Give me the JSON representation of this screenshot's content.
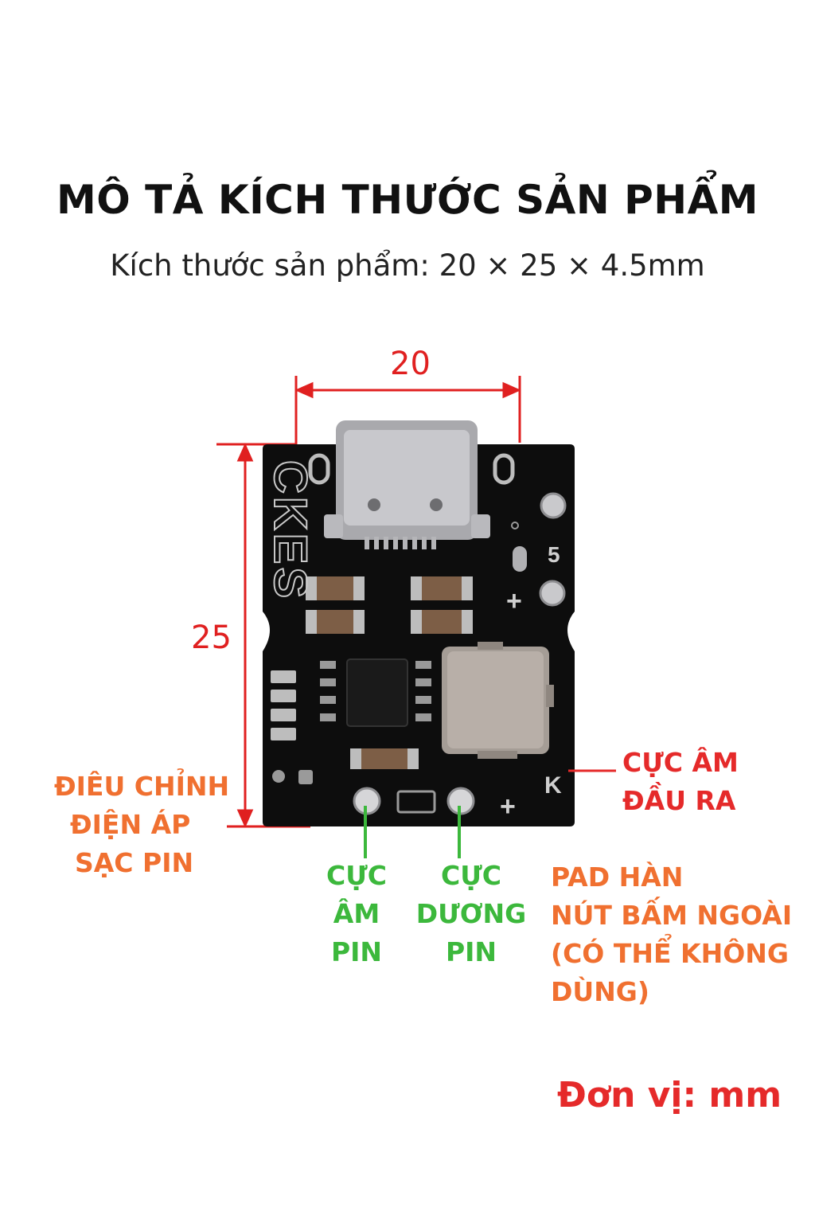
{
  "title": "MÔ TẢ KÍCH THƯỚC SẢN PHẨM",
  "subtitle": "Kích thước sản phẩm: 20 × 25 × 4.5mm",
  "dimensions": {
    "width": "20",
    "height": "25"
  },
  "board": {
    "brand": "CKES",
    "pin_label_5": "5",
    "plus": "+",
    "k_label": "K"
  },
  "labels": {
    "adjust": [
      "ĐIÊU CHỈNH",
      "ĐIỆN ÁP",
      "SẠC PIN"
    ],
    "battery_negative": [
      "CỰC",
      "ÂM",
      "PIN"
    ],
    "battery_positive": [
      "CỰC",
      "DƯƠNG",
      "PIN"
    ],
    "output_negative": [
      "CỰC ÂM",
      "ĐẦU RA"
    ],
    "button_pad": [
      "PAD HÀN",
      "NÚT BẤM NGOÀI",
      "(CÓ THỂ KHÔNG",
      "DÙNG)"
    ]
  },
  "unit": "Đơn vị: mm",
  "colors": {
    "dimension": "#e02020",
    "orange": "#f07030",
    "green": "#3cb83c",
    "red": "#e52a2a",
    "board": "#0d0d0d"
  }
}
